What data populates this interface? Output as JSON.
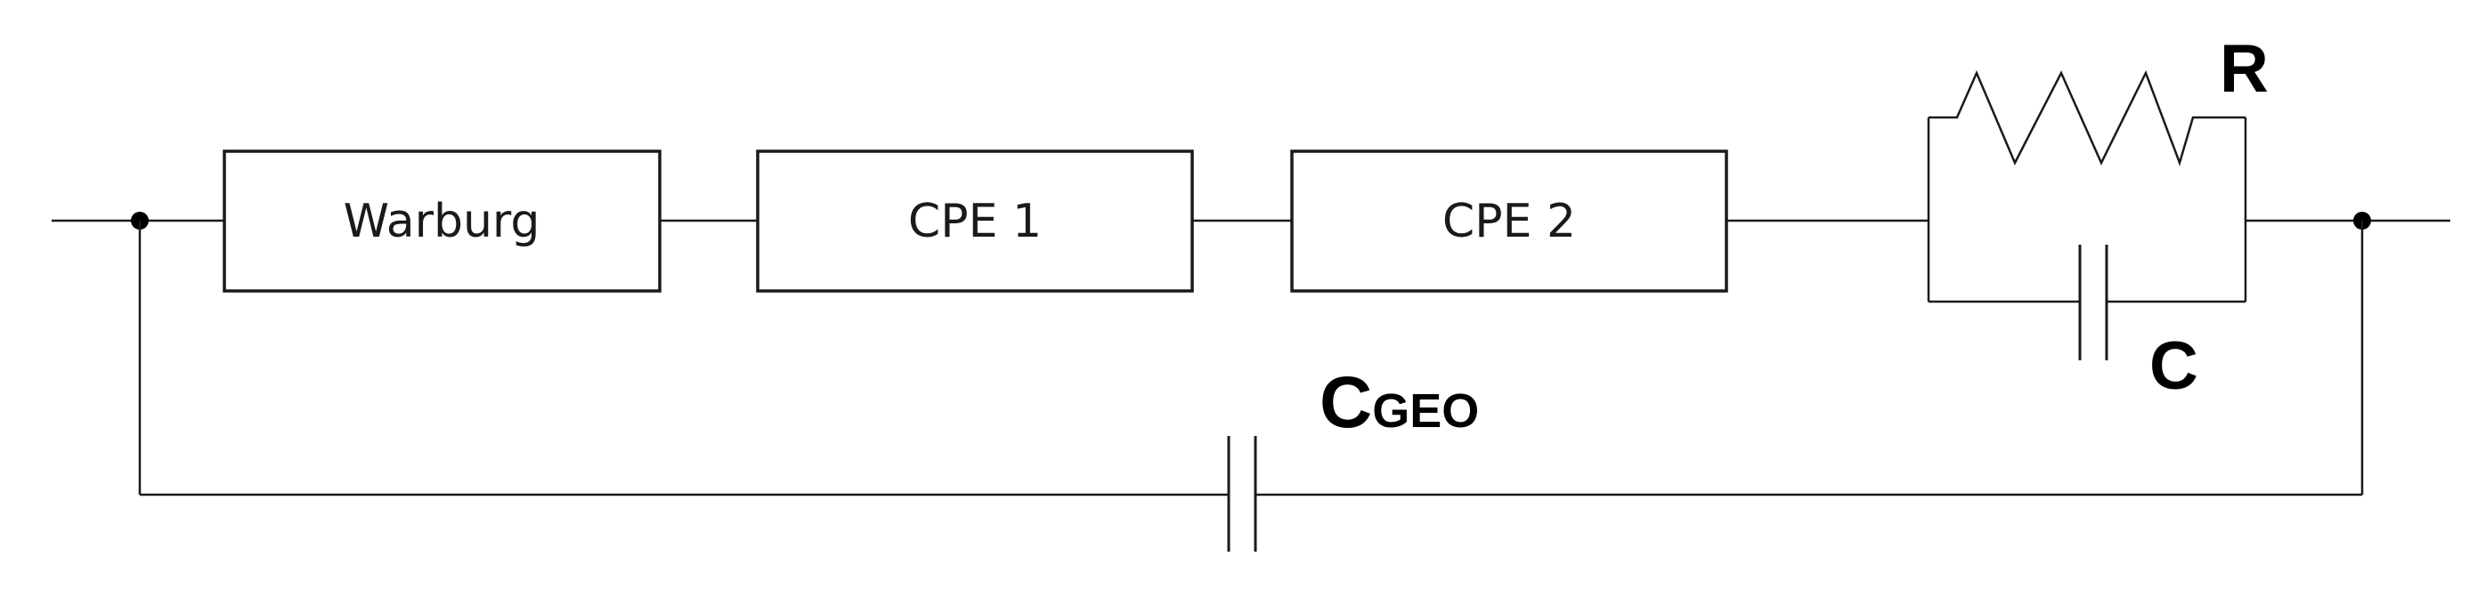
{
  "components": {
    "warburg": {
      "label": "Warburg"
    },
    "cpe1": {
      "label": "CPE 1"
    },
    "cpe2": {
      "label": "CPE 2"
    },
    "resistor": {
      "label": "R"
    },
    "capacitor": {
      "label": "C"
    },
    "geometric_capacitor": {
      "label_main": "C",
      "label_sub": "GEO"
    }
  },
  "colors": {
    "line": "#1a1a1a",
    "background": "#ffffff"
  }
}
